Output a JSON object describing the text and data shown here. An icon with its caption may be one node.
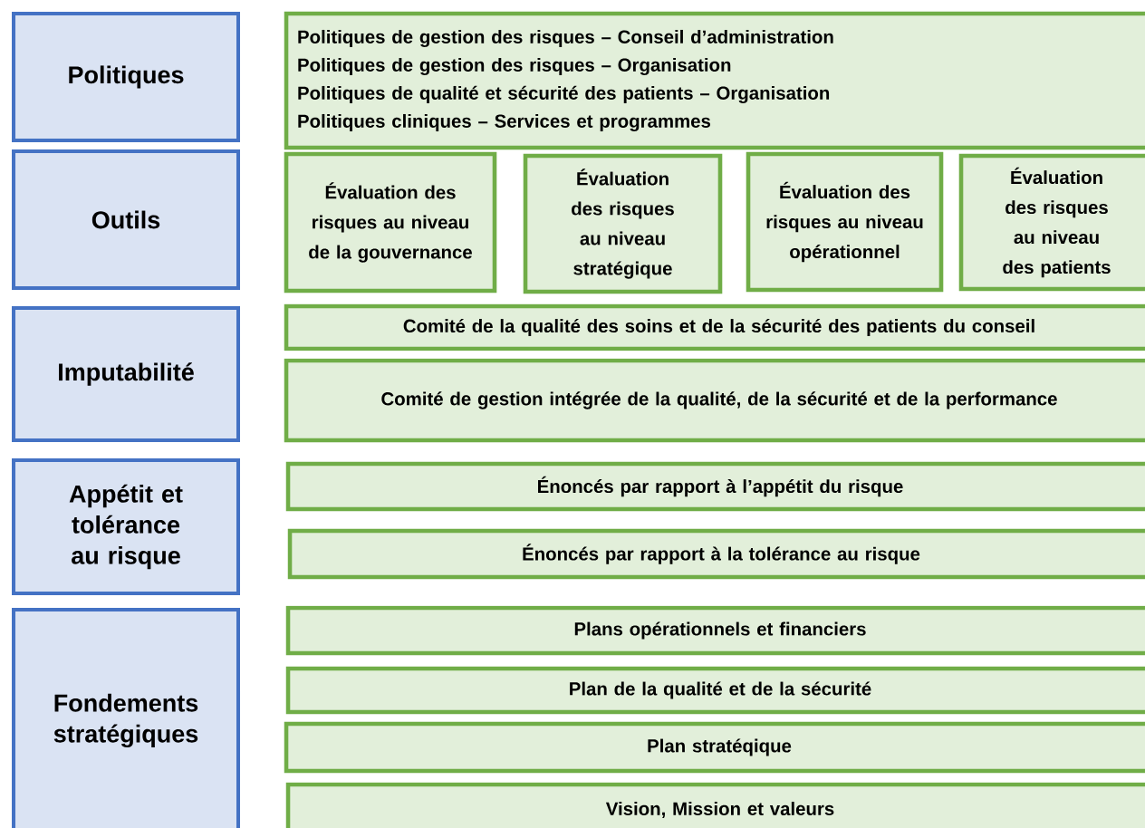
{
  "diagram": {
    "nodes": [
      {
        "text": [
          "Politiques"
        ]
      },
      {
        "text": [
          "Outils"
        ]
      },
      {
        "text": [
          "Imputabilité"
        ]
      },
      {
        "text": [
          "Appétit et tolérance au risque"
        ]
      },
      {
        "text": [
          "Fondements stratégiques"
        ]
      },
      {
        "text": [
          "Politiques de gestion des risques – Conseil d’administration",
          "Politiques de gestion des risques – Organisation",
          "Politiques de qualité et sécurité des patients – Organisation",
          "Politiques cliniques – Services et programmes"
        ]
      },
      {
        "text": [
          "Évaluation des risques au niveau de la gouvernance"
        ]
      },
      {
        "text": [
          "Évaluation des risques au niveau stratégique"
        ]
      },
      {
        "text": [
          "Évaluation des risques au niveau opérationnel"
        ]
      },
      {
        "text": [
          "Évaluation des risques au niveau des patients"
        ]
      },
      {
        "text": [
          "Comité de la qualité des soins et de la sécurité des patients du conseil"
        ]
      },
      {
        "text": [
          "Comité de gestion intégrée de la qualité, de la sécurité et de la performance"
        ]
      },
      {
        "text": [
          "Énoncés par rapport à l’appétit du risque"
        ]
      },
      {
        "text": [
          "Énoncés par rapport à la tolérance au risque"
        ]
      },
      {
        "text": [
          "Plans opérationnels et financiers"
        ]
      },
      {
        "text": [
          "Plan de la qualité et de la sécurité"
        ]
      },
      {
        "text": [
          "Plan stratéqique"
        ]
      },
      {
        "text": [
          "Vision, Mission et valeurs"
        ]
      }
    ]
  }
}
